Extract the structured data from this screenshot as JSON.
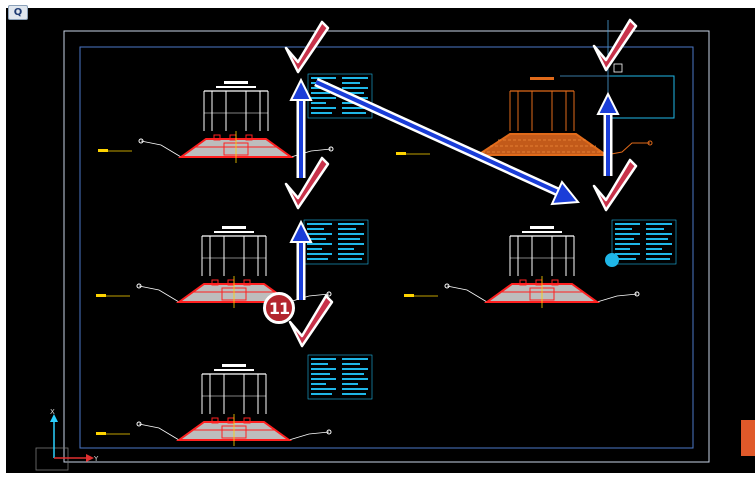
{
  "toolbar": {
    "view_button_label": "Q"
  },
  "drawing": {
    "axis_x_label": "X",
    "axis_y_label": "Y",
    "step_badge": "11"
  },
  "colors": {
    "canvas": "#000000",
    "frame": "#c9d3e6",
    "section_fill": "#bdbdbd",
    "section_edge": "#ff2020",
    "highlight_fill": "#e06a1a",
    "table_cyan": "#1fb7e8",
    "checkmark": "#c8324a",
    "arrow": "#1a3dd8",
    "side_tab": "#e0592a"
  },
  "icons": [
    "check-mark-icon",
    "move-arrow-icon",
    "ucs-axis-icon",
    "grip-point-icon"
  ]
}
